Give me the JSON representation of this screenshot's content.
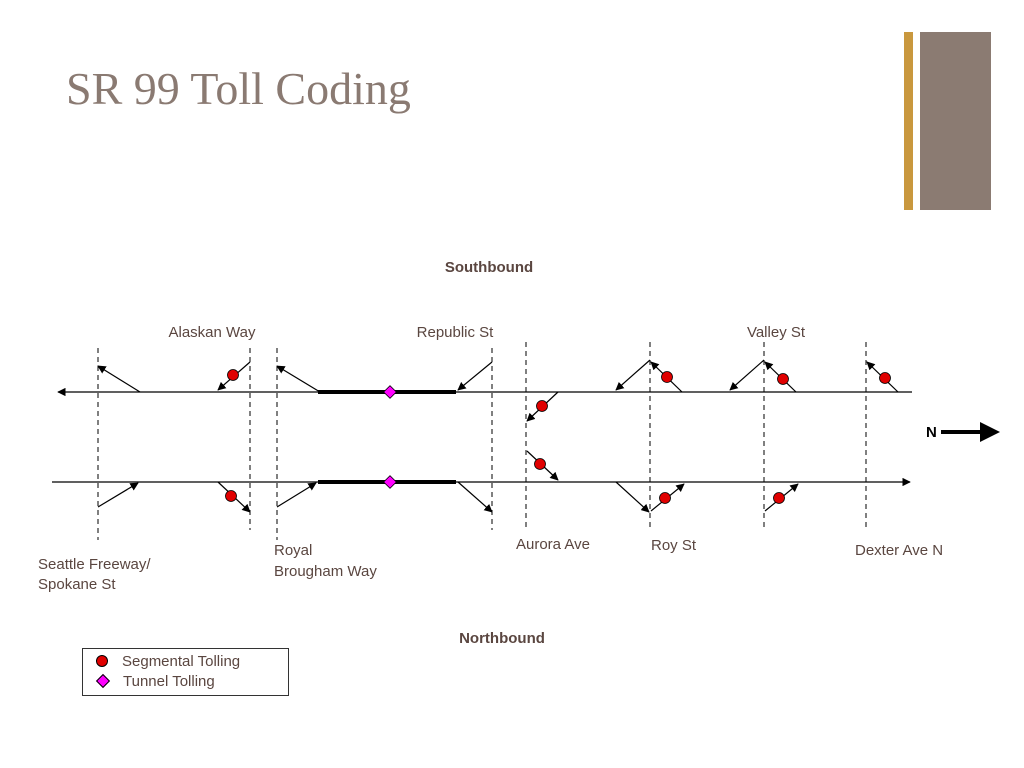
{
  "title": "SR 99 Toll Coding",
  "headings": {
    "southbound": "Southbound",
    "northbound": "Northbound",
    "north": "N"
  },
  "streets": {
    "alaskan_way": "Alaskan Way",
    "republic_st": "Republic St",
    "valley_st": "Valley St",
    "seattle_freeway_1": "Seattle Freeway/",
    "seattle_freeway_2": "Spokane St",
    "royal_brougham_1": "Royal",
    "royal_brougham_2": "Brougham Way",
    "aurora_ave": "Aurora Ave",
    "roy_st": "Roy St",
    "dexter_ave": "Dexter Ave N"
  },
  "legend": {
    "segmental": "Segmental Tolling",
    "tunnel": "Tunnel Tolling"
  },
  "colors": {
    "title": "#8a7a72",
    "segmental_marker": "#e00000",
    "tunnel_marker": "#ff00ff",
    "accent_gold": "#c9983e",
    "accent_taupe": "#8b7b72"
  }
}
